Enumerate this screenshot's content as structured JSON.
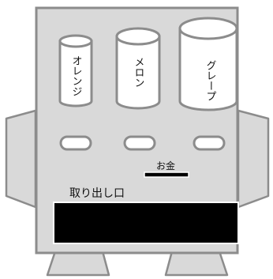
{
  "machine": {
    "colors": {
      "body": "#d9d9d9",
      "outline": "#8c8c8c",
      "cup_fill": "#ffffff",
      "outlet": "#000000"
    },
    "drinks": [
      {
        "label": "オレンジ",
        "icon": "drink-cup"
      },
      {
        "label": "メロン",
        "icon": "drink-cup"
      },
      {
        "label": "グレープ",
        "icon": "drink-cup"
      }
    ],
    "coin_slot_label": "お金",
    "outlet_label": "取り出し口"
  }
}
